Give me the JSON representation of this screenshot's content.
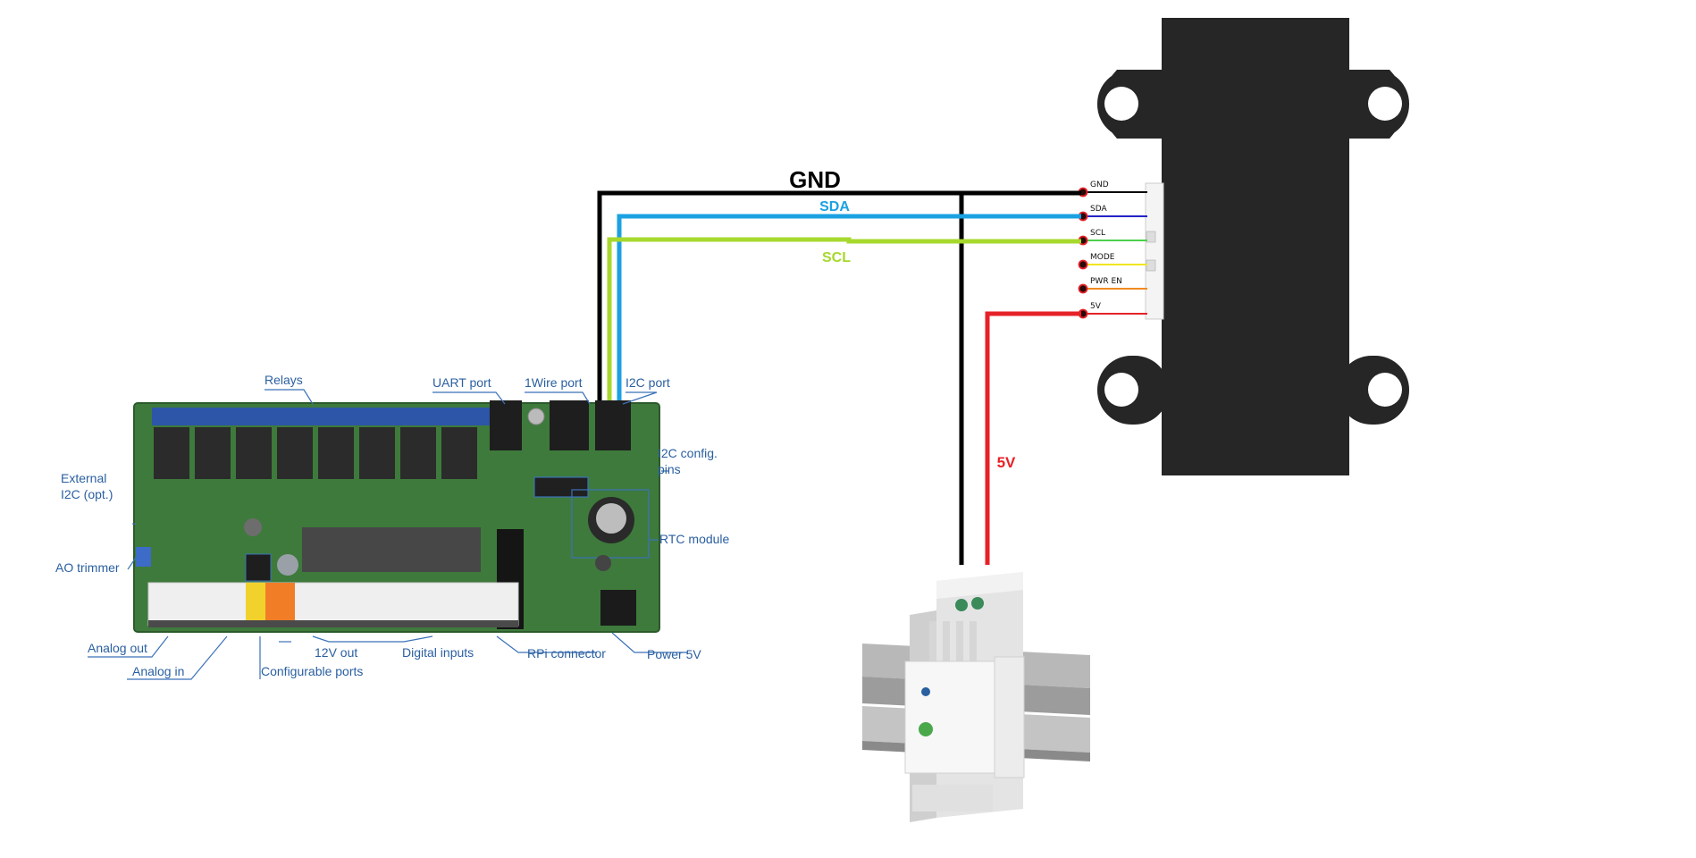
{
  "colors": {
    "gnd": "#000000",
    "sda": "#1ba1e2",
    "scl": "#a7d82e",
    "v5": "#e62228",
    "pcb": "#3e7a3c",
    "callout": "#2a5fa0",
    "sensor_body": "#262626"
  },
  "wires": {
    "gnd": "GND",
    "sda": "SDA",
    "scl": "SCL",
    "v5": "5V"
  },
  "sensor_pins": [
    "GND",
    "SDA",
    "SCL",
    "MODE",
    "PWR EN",
    "5V"
  ],
  "callouts": {
    "relays": "Relays",
    "uart_port": "UART port",
    "onewire_port": "1Wire port",
    "i2c_port": "I2C port",
    "i2c_config_line1": "I2C config.",
    "i2c_config_line2": "pins",
    "rtc_module": "RTC module",
    "external_i2c_line1": "External",
    "external_i2c_line2": "I2C (opt.)",
    "ao_trimmer": "AO trimmer",
    "analog_out": "Analog out",
    "analog_in": "Analog in",
    "configurable_ports": "Configurable ports",
    "v12_out": "12V out",
    "digital_inputs": "Digital inputs",
    "rpi_connector": "RPi connector",
    "power_5v": "Power 5V"
  },
  "icons": {
    "sensor": "sensor-module-icon",
    "psu": "din-rail-psu-icon",
    "board": "relay-controller-board-icon"
  }
}
